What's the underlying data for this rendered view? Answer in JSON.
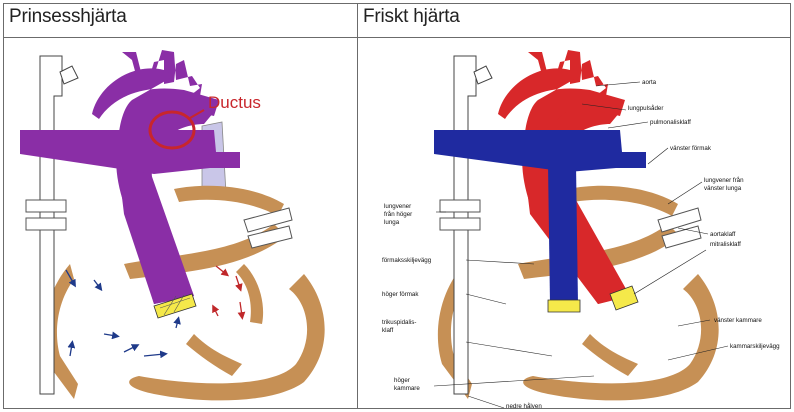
{
  "left_panel": {
    "title": "Prinsesshjärta",
    "ductus_label": "Ductus"
  },
  "right_panel": {
    "title": "Friskt hjärta",
    "labels": {
      "aorta": "aorta",
      "lungpulsader": "lungpulsåder",
      "pulmonalisklaff": "pulmonalisklaff",
      "vanster_formak": "vänster förmak",
      "lungvener_hoger_1": "lungvener",
      "lungvener_hoger_2": "från höger",
      "lungvener_hoger_3": "lunga",
      "lungvener_vanster_1": "lungvener från",
      "lungvener_vanster_2": "vänster lunga",
      "aortaklaff": "aortaklaff",
      "mitralisklaff": "mitralisklaff",
      "formaksskiljevagg": "förmaksskiljevägg",
      "hoger_formak": "höger förmak",
      "trikuspidalis_1": "trikuspidalis-",
      "trikuspidalis_2": "klaff",
      "vanster_kammare": "vänster kammare",
      "kammarskiljevagg": "kammarskiljevägg",
      "hoger_kammare_1": "höger",
      "hoger_kammare_2": "kammare",
      "nedre_halven": "nedre hålven"
    }
  },
  "colors": {
    "aorta_left": "#8a2ea6",
    "aorta_right": "#d8282a",
    "pulmonary": "#1f2aa0",
    "heart_wall": "#c69055",
    "vena_cava": "#ffffff",
    "ductus_ring": "#c8262c",
    "valve": "#f5e94a",
    "arrow_blue": "#1f3a8a",
    "arrow_red": "#c0282a"
  }
}
